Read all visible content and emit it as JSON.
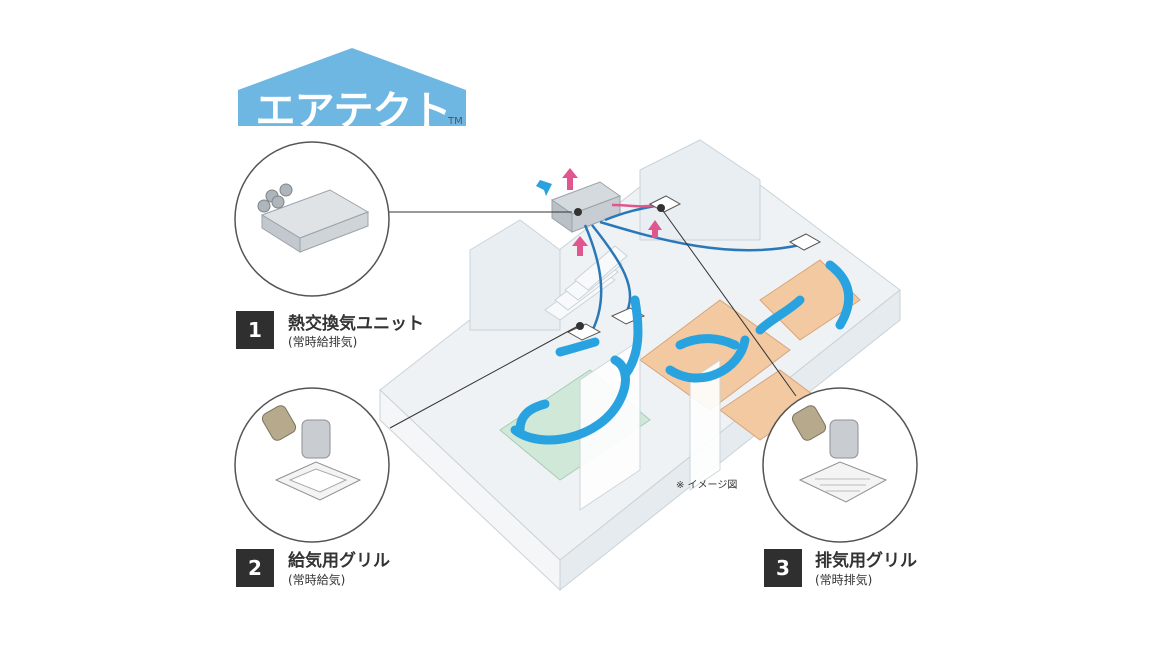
{
  "logo": {
    "text": "エアテクト",
    "tm": "TM"
  },
  "items": [
    {
      "num": "1",
      "title": "熱交換気ユニット",
      "sub": "(常時給排気)"
    },
    {
      "num": "2",
      "title": "給気用グリル",
      "sub": "(常時給気)"
    },
    {
      "num": "3",
      "title": "排気用グリル",
      "sub": "(常時排気)"
    }
  ],
  "note": "※ イメージ図",
  "colors": {
    "logo_blue": "#6fb7e3",
    "badge": "#2f2f2f",
    "supply_arrow": "#29a3e0",
    "exhaust_arrow": "#e0578f",
    "duct_blue": "#2b78b8"
  }
}
